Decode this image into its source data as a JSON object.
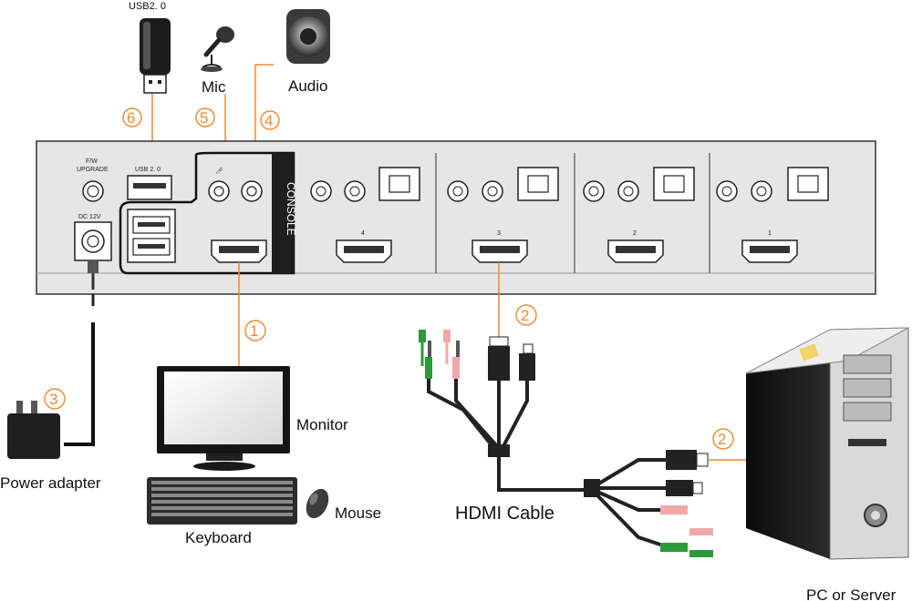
{
  "labels": {
    "usb_top": "USB2. 0",
    "mic": "Mic",
    "audio": "Audio",
    "monitor": "Monitor",
    "mouse": "Mouse",
    "keyboard": "Keyboard",
    "hdmi_cable": "HDMI Cable",
    "power_adapter": "Power adapter",
    "pc": "PC or Server"
  },
  "panel": {
    "fw_upgrade": [
      "F/W",
      "UPGRADE"
    ],
    "usb20": "USB 2. 0",
    "dc": "DC 12V",
    "console": "CONSOLE",
    "port_numbers": [
      "4",
      "3",
      "2",
      "1"
    ]
  },
  "steps": {
    "s1": "1",
    "s2a": "2",
    "s2b": "2",
    "s3": "3",
    "s4": "4",
    "s5": "5",
    "s6": "6"
  },
  "colors": {
    "accent": "#f0882d",
    "panel": "#e6e6e6",
    "dark": "#1e1e1e"
  }
}
